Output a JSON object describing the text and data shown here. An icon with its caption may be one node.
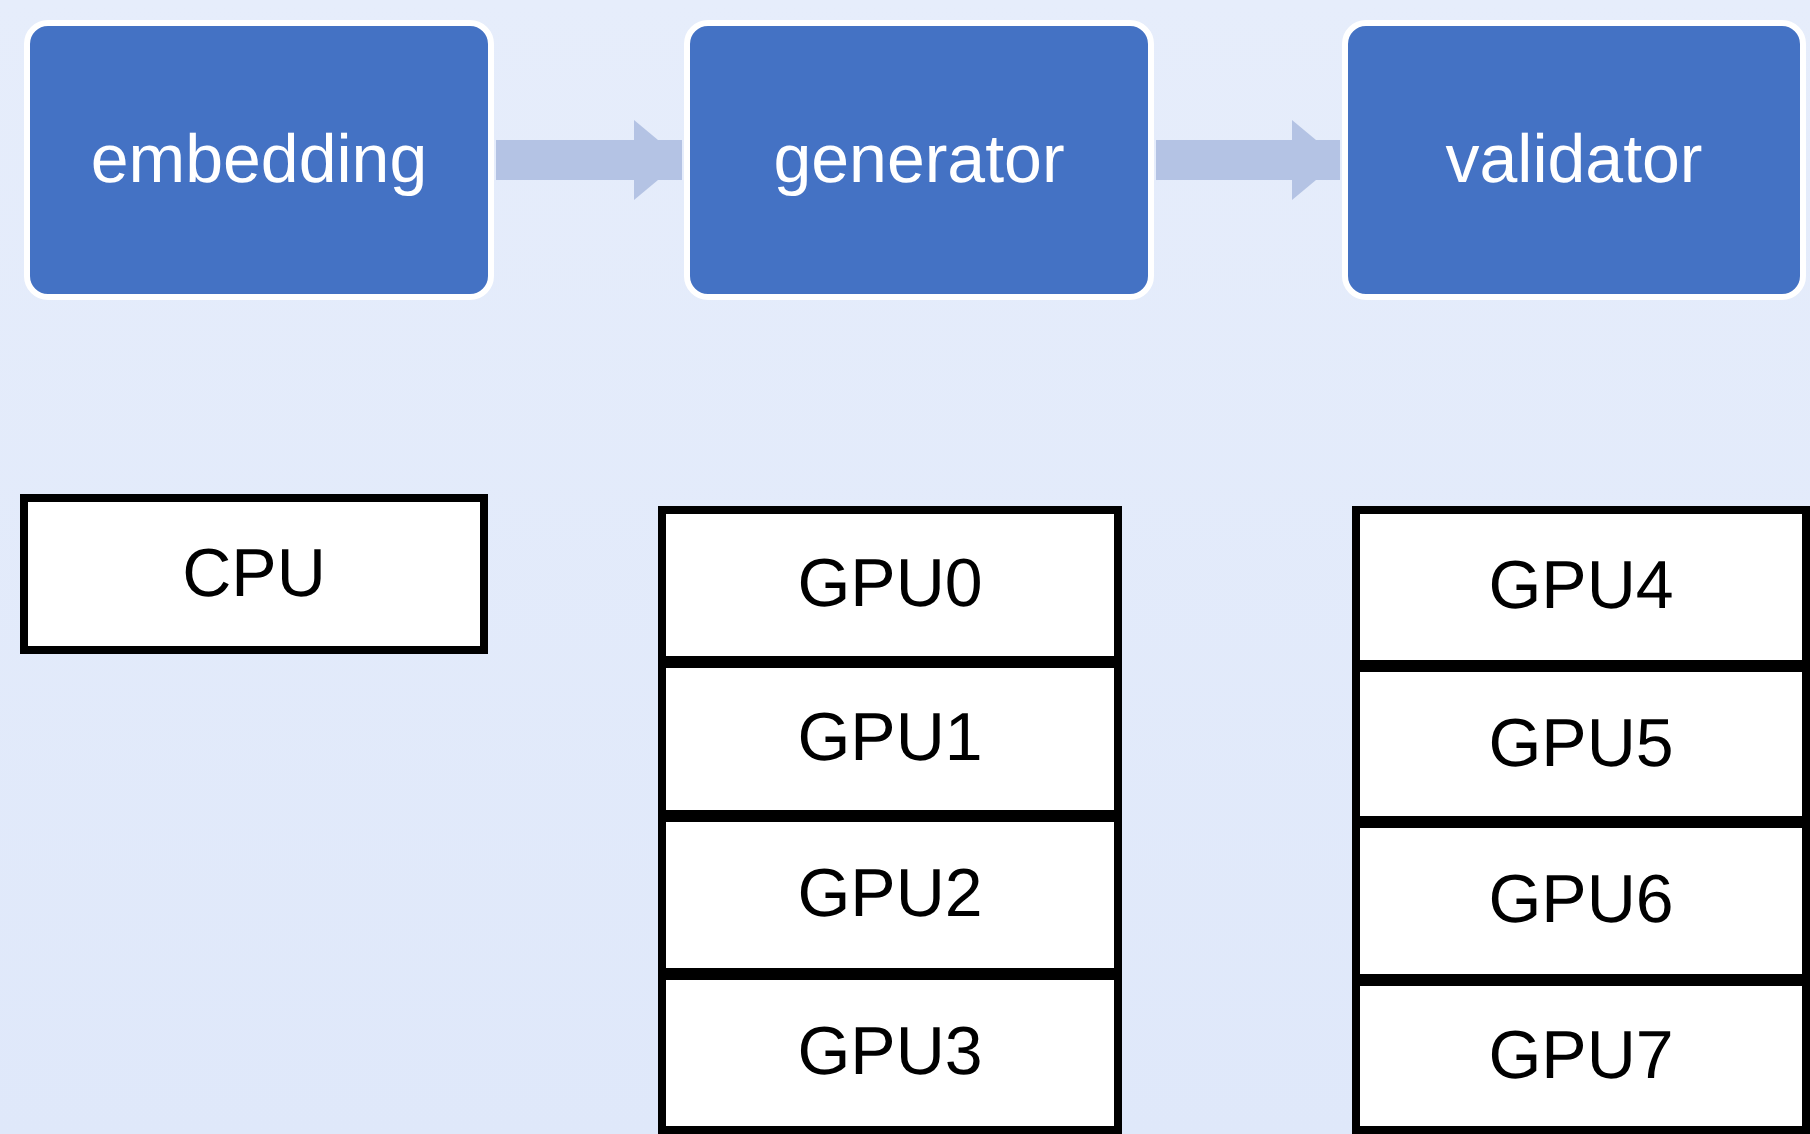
{
  "diagram": {
    "nodes": [
      {
        "text": [
          "embedding"
        ]
      },
      {
        "text": [
          "generator"
        ]
      },
      {
        "text": [
          "validator"
        ]
      },
      {
        "text": [
          "CPU"
        ]
      },
      {
        "text": [
          "GPU0"
        ]
      },
      {
        "text": [
          "GPU1"
        ]
      },
      {
        "text": [
          "GPU2"
        ]
      },
      {
        "text": [
          "GPU3"
        ]
      },
      {
        "text": [
          "GPU4"
        ]
      },
      {
        "text": [
          "GPU5"
        ]
      },
      {
        "text": [
          "GPU6"
        ]
      },
      {
        "text": [
          "GPU7"
        ]
      }
    ],
    "edges": [
      {
        "from": 0,
        "to": 1,
        "arrow": "to"
      },
      {
        "from": 1,
        "to": 2,
        "arrow": "to"
      }
    ]
  }
}
